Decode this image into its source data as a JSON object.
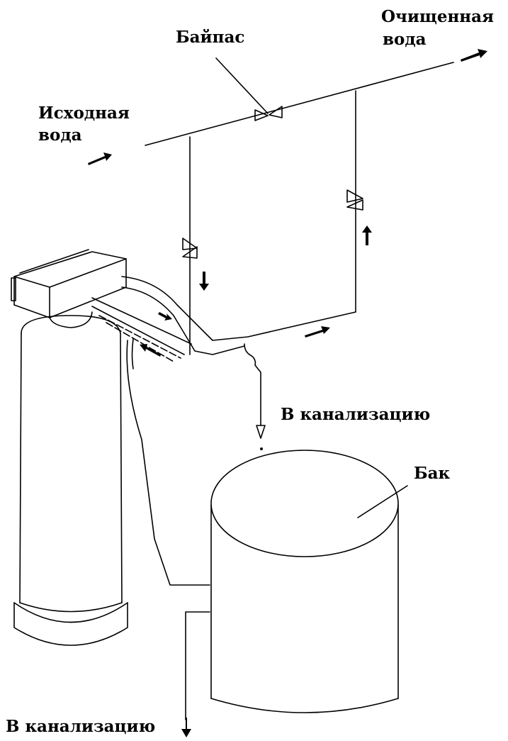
{
  "labels": {
    "bypass": "Байпас",
    "treated_line1": "Очищенная",
    "treated_line2": "вода",
    "source_line1": "Исходная",
    "source_line2": "вода",
    "drain_top": "В канализацию",
    "tank": "Бак",
    "drain_bottom": "В канализацию"
  },
  "colors": {
    "line": "#000000",
    "background": "#ffffff"
  }
}
